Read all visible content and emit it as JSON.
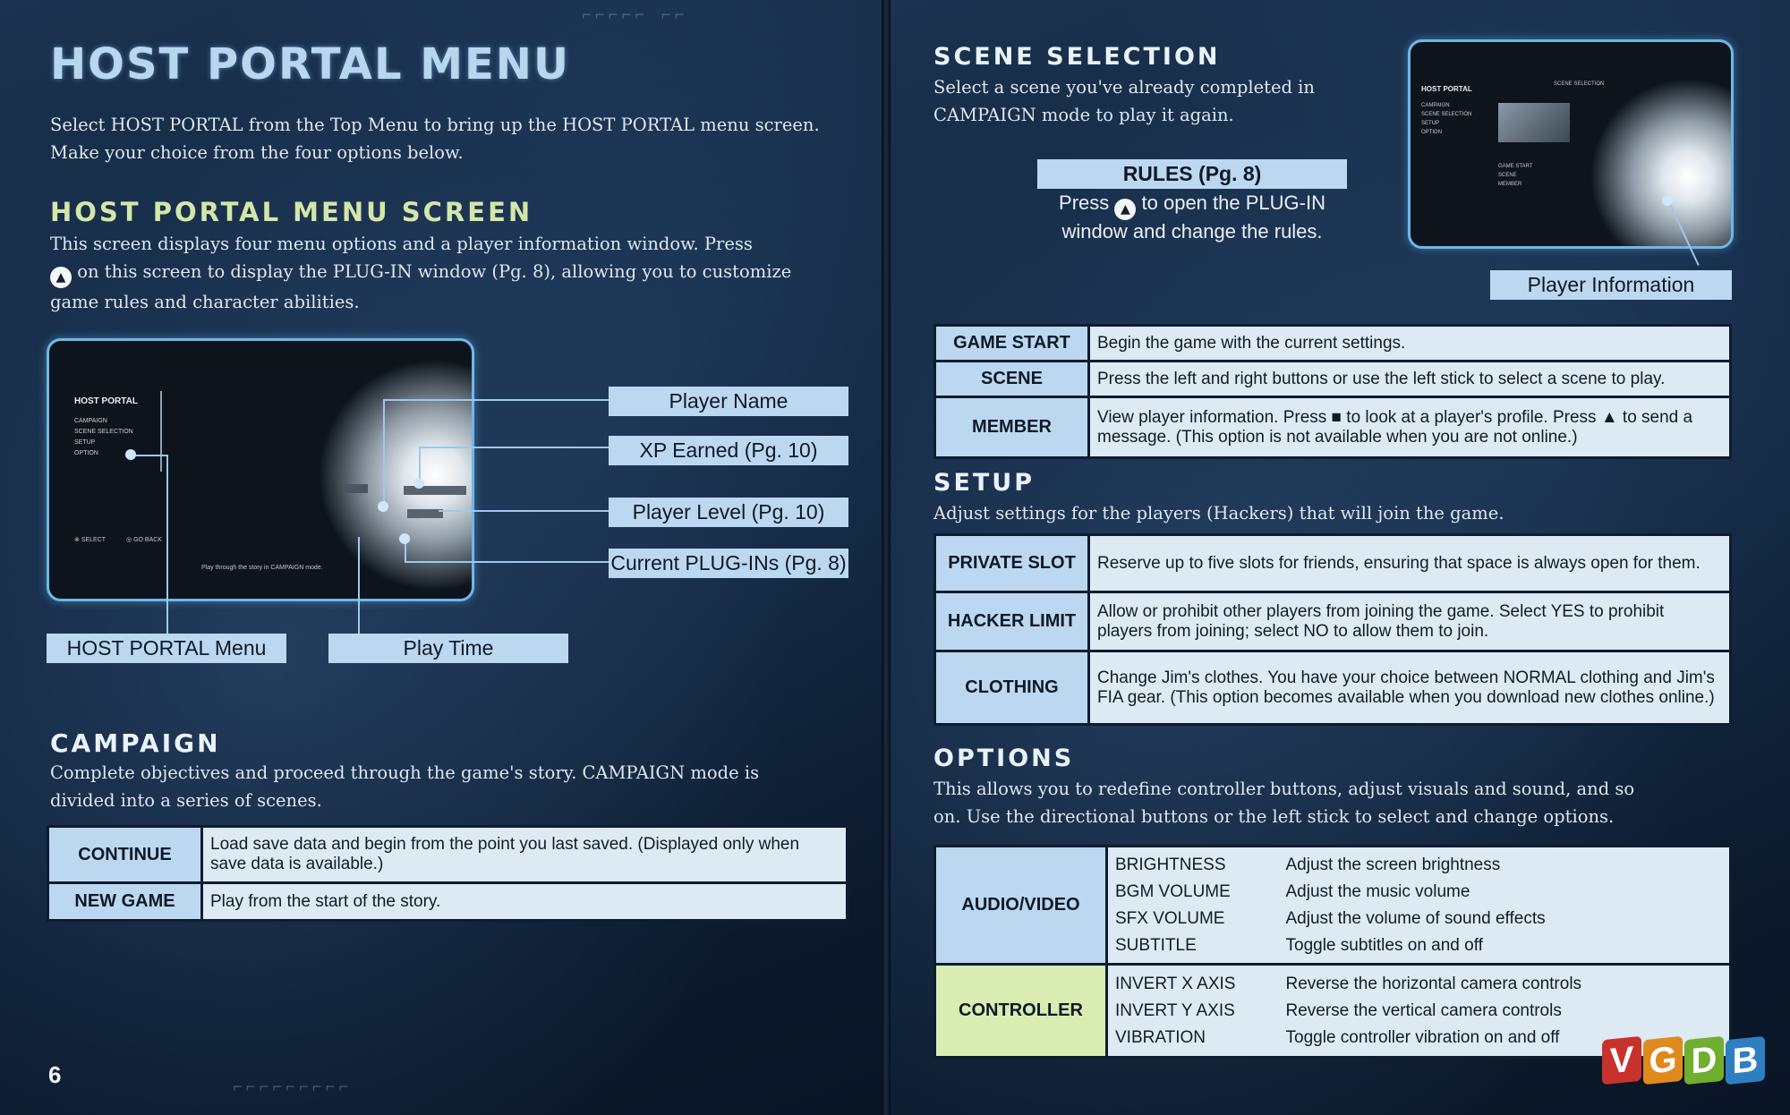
{
  "left": {
    "title": "HOST PORTAL MENU",
    "intro": [
      "Select HOST PORTAL from the Top Menu to bring up the HOST PORTAL menu screen.",
      "Make your choice from the four options below."
    ],
    "screen_heading": "HOST PORTAL MENU SCREEN",
    "screen_text": [
      "This screen displays four menu options and a player information window. Press",
      "on this screen to display the PLUG-IN window (Pg. 8), allowing you to customize",
      "game rules and character abilities."
    ],
    "screenshot": {
      "menu_title": "HOST PORTAL",
      "menu_items": [
        "CAMPAIGN",
        "SCENE SELECTION",
        "SETUP",
        "OPTION"
      ],
      "footer_select": "SELECT",
      "footer_back": "GO BACK",
      "hint": "Play through the story in CAMPAIGN mode."
    },
    "callouts": {
      "player_name": "Player Name",
      "xp_earned": "XP Earned (Pg. 10)",
      "player_level": "Player Level (Pg. 10)",
      "current_plugins": "Current PLUG-INs (Pg. 8)",
      "host_portal_menu": "HOST PORTAL Menu",
      "play_time": "Play Time"
    },
    "campaign_heading": "CAMPAIGN",
    "campaign_text": [
      "Complete objectives and proceed through the game's story. CAMPAIGN mode is",
      "divided into a series of scenes."
    ],
    "campaign_table": [
      {
        "key": "CONTINUE",
        "value": "Load save data and begin from the point you last saved. (Displayed only when save data is available.)"
      },
      {
        "key": "NEW GAME",
        "value": "Play from the start of the story."
      }
    ],
    "page_number": "6"
  },
  "right": {
    "scene_heading": "SCENE SELECTION",
    "scene_text": [
      "Select a scene you've already completed in",
      "CAMPAIGN mode to play it again."
    ],
    "rules_callout": "RULES (Pg. 8)",
    "rules_text_a": "Press",
    "rules_text_b": "to open the PLUG-IN",
    "rules_text_c": "window and change the rules.",
    "screenshot": {
      "menu_title": "HOST PORTAL",
      "menu_items": [
        "CAMPAIGN",
        "SCENE SELECTION",
        "SETUP",
        "OPTION"
      ],
      "panel_title": "SCENE SELECTION",
      "panel_items": [
        "GAME START",
        "SCENE",
        "MEMBER"
      ]
    },
    "player_info_callout": "Player Information",
    "scene_table": [
      {
        "key": "GAME START",
        "value": "Begin the game with the current settings."
      },
      {
        "key": "SCENE",
        "value": "Press the left and right buttons or use the left stick to select a scene to play."
      },
      {
        "key": "MEMBER",
        "value": "View player information. Press ■ to look at a player's profile. Press ▲ to send a message. (This option is not available when you are not online.)"
      }
    ],
    "setup_heading": "SETUP",
    "setup_text": "Adjust settings for the players (Hackers) that will join the game.",
    "setup_table": [
      {
        "key": "PRIVATE SLOT",
        "value": "Reserve up to five slots for friends, ensuring that space is always open for them."
      },
      {
        "key": "HACKER LIMIT",
        "value": "Allow or prohibit other players from joining the game. Select YES to prohibit players from joining; select NO to allow them to join."
      },
      {
        "key": "CLOTHING",
        "value": "Change Jim's clothes. You have your choice between NORMAL clothing and Jim's FIA gear. (This option becomes available when you download new clothes online.)"
      }
    ],
    "options_heading": "OPTIONS",
    "options_text": [
      "This allows you to redefine controller buttons, adjust visuals and sound, and so",
      "on. Use the directional buttons or the left stick to select and change options."
    ],
    "options_table": [
      {
        "key": "AUDIO/VIDEO",
        "items": [
          {
            "name": "BRIGHTNESS",
            "desc": "Adjust the screen brightness"
          },
          {
            "name": "BGM VOLUME",
            "desc": "Adjust the music volume"
          },
          {
            "name": "SFX VOLUME",
            "desc": "Adjust the volume of sound effects"
          },
          {
            "name": "SUBTITLE",
            "desc": "Toggle subtitles on and off"
          }
        ]
      },
      {
        "key": "CONTROLLER",
        "items": [
          {
            "name": "INVERT X AXIS",
            "desc": "Reverse the horizontal camera controls"
          },
          {
            "name": "INVERT Y AXIS",
            "desc": "Reverse the vertical camera controls"
          },
          {
            "name": "VIBRATION",
            "desc": "Toggle controller vibration on and off"
          }
        ]
      }
    ]
  },
  "watermark": [
    "V",
    "G",
    "D",
    "B"
  ],
  "colors": {
    "callout": "#bcd8f0",
    "table_value": "#dde9f3",
    "controller_key": "#d9edb2",
    "heading": "#b9d6ef"
  }
}
